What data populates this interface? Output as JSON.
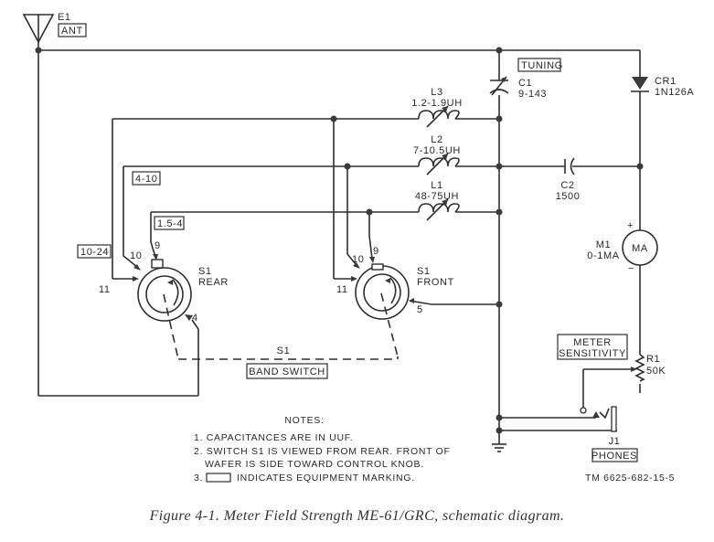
{
  "figure": {
    "caption": "Figure 4-1.  Meter Field Strength ME-61/GRC, schematic diagram.",
    "drawing_number": "TM 6625-682-15-5"
  },
  "components": {
    "antenna": {
      "ref": "E1",
      "marking": "ANT"
    },
    "c1": {
      "ref": "C1",
      "value": "9-143",
      "marking": "TUNING"
    },
    "cr1": {
      "ref": "CR1",
      "value": "1N126A"
    },
    "l3": {
      "ref": "L3",
      "value": "1.2-1.9UH"
    },
    "l2": {
      "ref": "L2",
      "value": "7-10.5UH"
    },
    "l1": {
      "ref": "L1",
      "value": "48-75UH"
    },
    "c2": {
      "ref": "C2",
      "value": "1500"
    },
    "m1": {
      "ref": "M1",
      "value": "0-1MA",
      "symbol": "MA",
      "plus": "+",
      "minus": "−"
    },
    "r1": {
      "ref": "R1",
      "value": "50K",
      "marking_line1": "METER",
      "marking_line2": "SENSITIVITY"
    },
    "j1": {
      "ref": "J1",
      "marking": "PHONES"
    },
    "s1_rear": {
      "ref": "S1",
      "side": "REAR",
      "pins": {
        "p9": "9",
        "p10": "10",
        "p11": "11",
        "p4": "4"
      }
    },
    "s1_front": {
      "ref": "S1",
      "side": "FRONT",
      "pins": {
        "p9": "9",
        "p10": "10",
        "p11": "11",
        "p5": "5"
      }
    },
    "band_switch": {
      "ref": "S1",
      "marking": "BAND SWITCH"
    }
  },
  "band_markings": {
    "b1": "10-24",
    "b2": "4-10",
    "b3": "1.5-4"
  },
  "notes": {
    "title": "NOTES:",
    "n1": "1. CAPACITANCES ARE IN UUF.",
    "n2a": "2. SWITCH S1 IS VIEWED FROM REAR. FRONT OF",
    "n2b": "WAFER IS SIDE TOWARD CONTROL KNOB.",
    "n3_prefix": "3.",
    "n3": "INDICATES EQUIPMENT MARKING."
  }
}
